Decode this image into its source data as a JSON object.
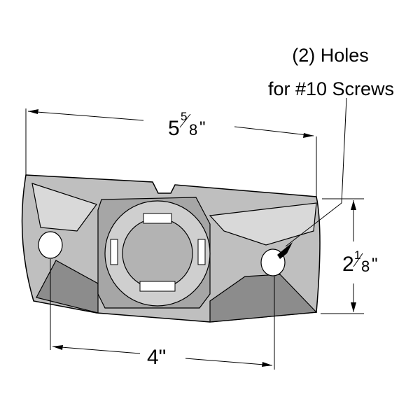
{
  "callout": {
    "line1": "(2) Holes",
    "line2": "for #10 Screws"
  },
  "dimensions": {
    "width_whole": "5",
    "width_num": "5",
    "width_den": "8",
    "width_unit": "\"",
    "height_whole": "2",
    "height_num": "1",
    "height_den": "8",
    "height_unit": "\"",
    "hole_spacing": "4\""
  },
  "colors": {
    "body_fill": "#bfbfbf",
    "body_shadow": "#8c8c8c",
    "body_light": "#d9d9d9",
    "line": "#000000",
    "background": "#ffffff"
  }
}
